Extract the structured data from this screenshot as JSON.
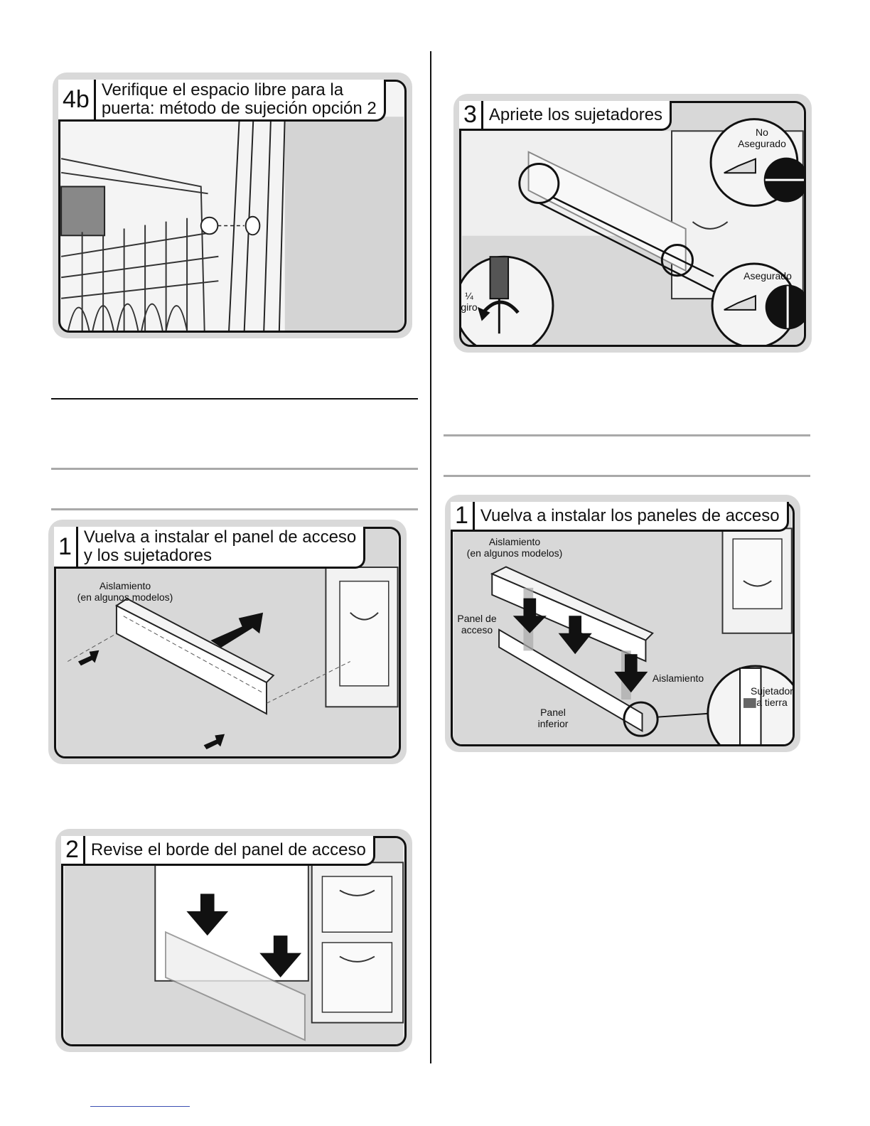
{
  "panels": {
    "p4b": {
      "num": "4b",
      "title_line1": "Verifique el espacio libre para la",
      "title_line2": "puerta: método de sujeción opción 2"
    },
    "p1a": {
      "num": "1",
      "title_line1": "Vuelva a instalar el panel de acceso",
      "title_line2": "y los sujetadores",
      "label_insulation_1": "Aislamiento",
      "label_insulation_2": "(en algunos modelos)"
    },
    "p2": {
      "num": "2",
      "title": "Revise el borde del panel de acceso"
    },
    "p3": {
      "num": "3",
      "title": "Apriete los sujetadores",
      "label_not_secured_1": "No",
      "label_not_secured_2": "Asegurado",
      "label_secured": "Asegurado",
      "label_turn_1": "¼",
      "label_turn_2": "giro"
    },
    "p1b": {
      "num": "1",
      "title": "Vuelva a instalar los paneles de acceso",
      "label_insulation_1": "Aislamiento",
      "label_insulation_2": "(en algunos modelos)",
      "label_access_1": "Panel de",
      "label_access_2": "acceso",
      "label_insulation_b": "Aislamiento",
      "label_fastener_1": "Sujetador",
      "label_fastener_2": "a tierra",
      "label_lower_1": "Panel",
      "label_lower_2": "inferior"
    }
  }
}
